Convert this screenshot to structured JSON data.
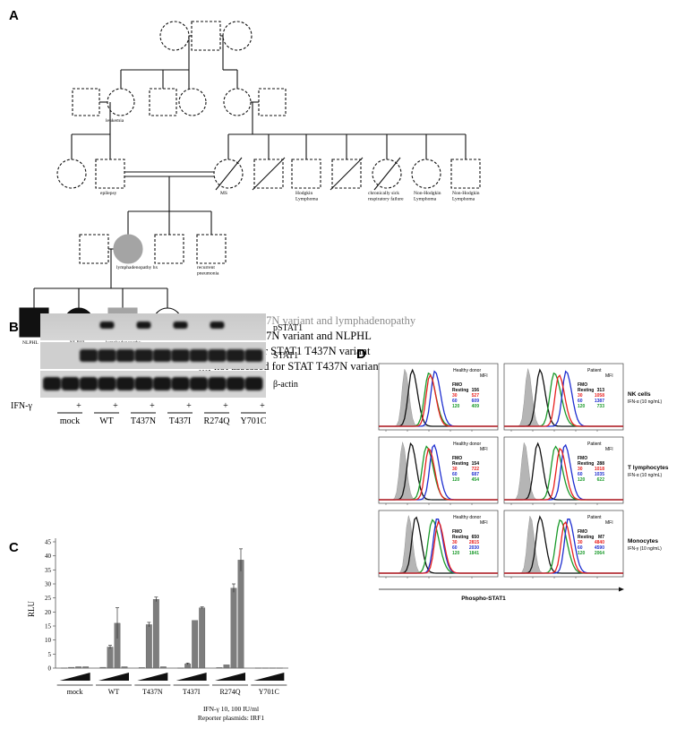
{
  "panels": {
    "a": "A",
    "b": "B",
    "c": "C",
    "d": "D"
  },
  "pedigree": {
    "labels": {
      "leukemia": "leukemia",
      "epilepsy": "epilepsy",
      "ms": "MS",
      "hodgkin": "Hodgkin\nLymphoma",
      "sick": "chronically sick\nrespiratory failure",
      "nonhodgkin1": "Non-Hodgkin\nLymphoma",
      "nonhodgkin2": "Non-Hodgkin\nLymphoma",
      "lymphhx": "lymphadenopathy hx",
      "recurrent": "recurrent\npneumonia",
      "nlphl1": "NLPHL",
      "nlphl2": "NLPHL",
      "lymph": "lymphadenopathy"
    },
    "legend": [
      {
        "text": "STAT1 T437N variant and lymphadenopathy",
        "style": "gray",
        "color": "#8a8a8a"
      },
      {
        "text": "STAT1 T437N variant and NLPHL",
        "style": "black",
        "color": "#111111"
      },
      {
        "text": "negative for STAT1 T437N variant",
        "style": "solid",
        "color": "#111111"
      },
      {
        "text": "not assessed for STAT T437N variant",
        "style": "dashed",
        "color": "#111111"
      }
    ]
  },
  "western": {
    "rows": [
      "pSTAT1",
      "STAT1",
      "β-actin"
    ],
    "ifn_label": "IFN-γ",
    "plus": "+",
    "groups": [
      "mock",
      "WT",
      "T437N",
      "T437I",
      "R274Q",
      "Y701C"
    ]
  },
  "chart_data": {
    "type": "bar",
    "ylabel": "RLU",
    "ylim": [
      0,
      45
    ],
    "yticks": [
      0,
      5,
      10,
      15,
      20,
      25,
      30,
      35,
      40,
      45
    ],
    "categories": [
      "mock",
      "WT",
      "T437N",
      "T437I",
      "R274Q",
      "Y701C"
    ],
    "series": [
      {
        "values": [
          0.1,
          0.3,
          0.2,
          0.1,
          0.2,
          0.1
        ]
      },
      {
        "values": [
          0.3,
          7.5,
          15.5,
          1.5,
          1.2,
          0.1
        ]
      },
      {
        "values": [
          0.5,
          16.0,
          24.5,
          17.0,
          28.5,
          0.1
        ]
      },
      {
        "values": [
          0.5,
          0.5,
          0.5,
          21.5,
          38.5,
          0.1
        ]
      }
    ],
    "errors": [
      [
        0.05,
        0.05,
        0.05,
        0.05,
        0.05,
        0.05
      ],
      [
        0.1,
        0.6,
        0.8,
        0.3,
        0.2,
        0.05
      ],
      [
        0.1,
        5.5,
        0.8,
        0.2,
        1.5,
        0.05
      ],
      [
        0.1,
        0.1,
        0.1,
        0.3,
        4.0,
        0.05
      ]
    ],
    "caption_line1": "IFN-γ 10, 100 IU/ml",
    "caption_line2": "Reporter plasmids: IRF1"
  },
  "flow": {
    "xlabel": "Phospho-STAT1",
    "rows": [
      {
        "name": "NK cells",
        "stim": "IFN-α (10 ng/mL)",
        "healthy": {
          "title": "Healthy donor",
          "mfi": "MFI",
          "fmo": "FMO",
          "resting": "Resting",
          "resting_v": "156",
          "v30": "527",
          "v60": "609",
          "v120": "409"
        },
        "patient": {
          "title": "Patient",
          "mfi": "MFI",
          "fmo": "FMO",
          "resting": "Resting",
          "resting_v": "313",
          "v30": "1058",
          "v60": "1387",
          "v120": "733"
        }
      },
      {
        "name": "T lymphocytes",
        "stim": "IFN-α (10 ng/mL)",
        "healthy": {
          "title": "Healthy donor",
          "mfi": "MFI",
          "fmo": "FMO",
          "resting": "Resting",
          "resting_v": "154",
          "v30": "722",
          "v60": "687",
          "v120": "454"
        },
        "patient": {
          "title": "Patient",
          "mfi": "MFI",
          "fmo": "FMO",
          "resting": "Resting",
          "resting_v": "288",
          "v30": "1018",
          "v60": "1035",
          "v120": "622"
        }
      },
      {
        "name": "Monocytes",
        "stim": "IFN-γ (10 ng/mL)",
        "healthy": {
          "title": "Healthy donor",
          "mfi": "MFI",
          "fmo": "FMO",
          "resting": "Resting",
          "resting_v": "650",
          "v30": "2815",
          "v60": "2030",
          "v120": "1841"
        },
        "patient": {
          "title": "Patient",
          "mfi": "MFI",
          "fmo": "FMO",
          "resting": "Resting",
          "resting_v": "M7",
          "v30": "4840",
          "v60": "4590",
          "v120": "2064"
        }
      }
    ],
    "times": [
      "30",
      "60",
      "120"
    ],
    "colors": {
      "red": "#e8201e",
      "blue": "#1f2fd0",
      "green": "#1a9a2a",
      "black": "#111111",
      "gray": "#b5b5b5"
    }
  }
}
